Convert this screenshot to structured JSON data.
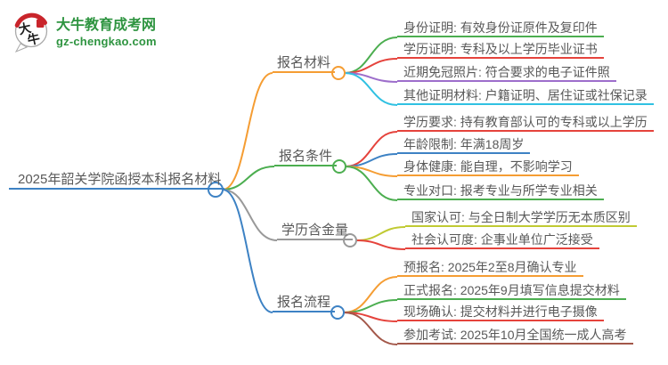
{
  "brand": {
    "logo_char_1": "大",
    "logo_char_2": "牛",
    "site_name": "大牛教育成考网",
    "site_domain": "gz-chengkao.com",
    "brand_green": "#2e9440",
    "seal_red": "#c9252b"
  },
  "mindmap": {
    "root": {
      "label": "2025年韶关学院函授本科报名材料",
      "color": "#3d82c4"
    },
    "branches": [
      {
        "label": "报名材料",
        "color": "#f59d33",
        "children": [
          {
            "label": "身份证明: 有效身份证原件及复印件",
            "color": "#4cae50"
          },
          {
            "label": "学历证明: 专科及以上学历毕业证书",
            "color": "#e5433c"
          },
          {
            "label": "近期免冠照片: 符合要求的电子证件照",
            "color": "#9d6ecb"
          },
          {
            "label": "其他证明材料: 户籍证明、居住证或社保记录",
            "color": "#30c1e2"
          }
        ]
      },
      {
        "label": "报名条件",
        "color": "#4cae50",
        "children": [
          {
            "label": "学历要求: 持有教育部认可的专科或以上学历",
            "color": "#e5433c"
          },
          {
            "label": "年龄限制: 年满18周岁",
            "color": "#3d82c4"
          },
          {
            "label": "身体健康: 能自理，不影响学习",
            "color": "#f59d33"
          },
          {
            "label": "专业对口: 报考专业与所学专业相关",
            "color": "#4cae50"
          }
        ]
      },
      {
        "label": "学历含金量",
        "color": "#999999",
        "children": [
          {
            "label": "国家认可: 与全日制大学学历无本质区别",
            "color": "#c0ca33"
          },
          {
            "label": "社会认可度: 企事业单位广泛接受",
            "color": "#e5433c"
          }
        ]
      },
      {
        "label": "报名流程",
        "color": "#3d82c4",
        "children": [
          {
            "label": "预报名: 2025年2至8月确认专业",
            "color": "#f59d33"
          },
          {
            "label": "正式报名: 2025年9月填写信息提交材料",
            "color": "#4cae50"
          },
          {
            "label": "现场确认: 提交材料并进行电子摄像",
            "color": "#e5433c"
          },
          {
            "label": "参加考试: 2025年10月全国统一成人高考",
            "color": "#a35749"
          }
        ]
      }
    ]
  }
}
